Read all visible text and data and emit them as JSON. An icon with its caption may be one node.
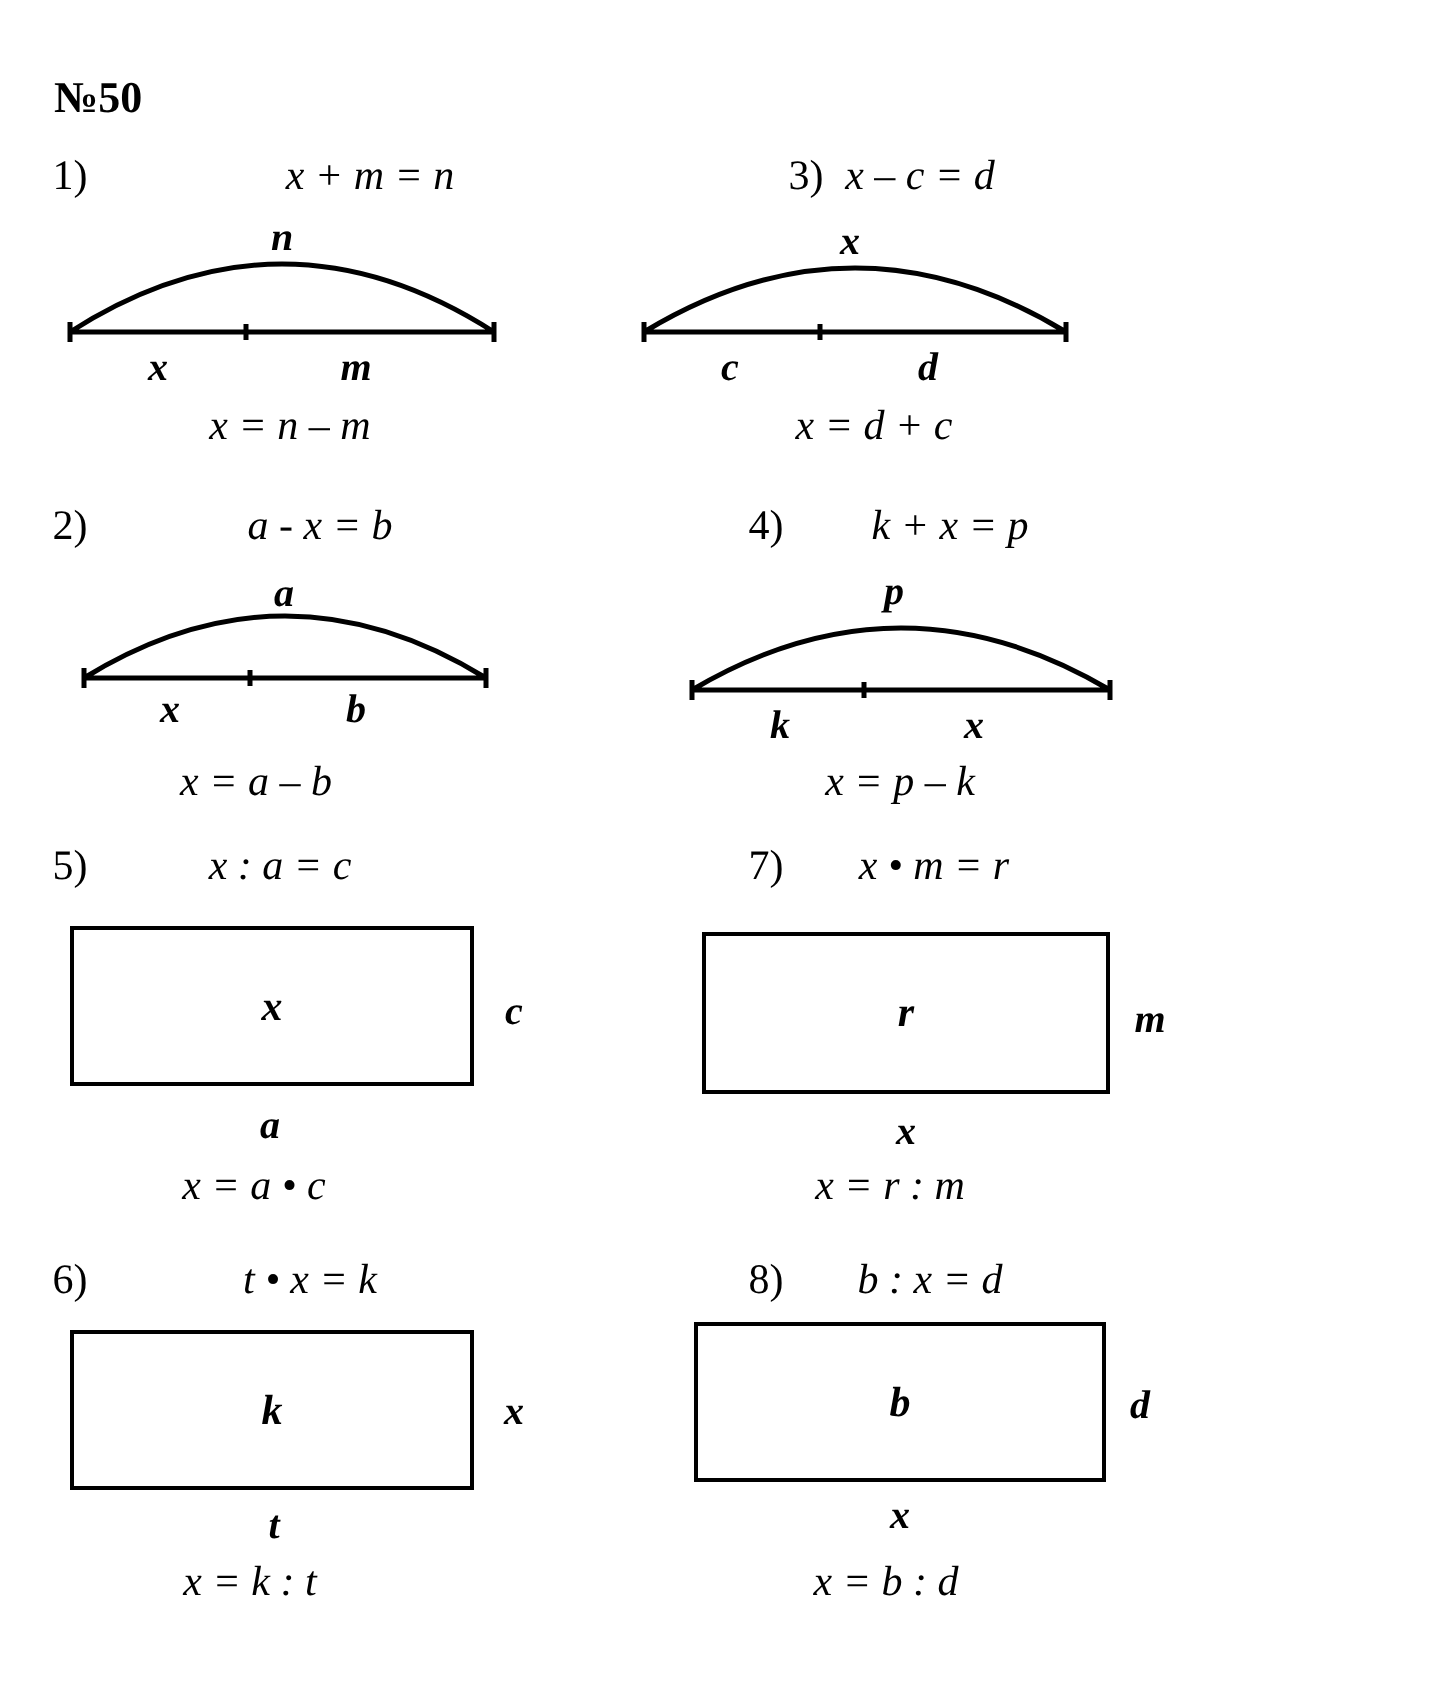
{
  "diagram": {
    "title": "№50",
    "nodes": [
      {
        "text": [
          "x"
        ],
        "beside": [
          "c",
          "a"
        ]
      },
      {
        "text": [
          "r"
        ],
        "beside": [
          "m",
          "x"
        ]
      },
      {
        "text": [
          "k"
        ],
        "beside": [
          "x",
          "t"
        ]
      },
      {
        "text": [
          "b"
        ],
        "beside": [
          "d",
          "x"
        ]
      }
    ],
    "labels": [
      "1)",
      "x + m = n",
      "3)",
      "x – c = d",
      "n",
      "x",
      "x",
      "m",
      "c",
      "d",
      "x = n – m",
      "x = d + c",
      "2)",
      "a - x = b",
      "4)",
      "k + x = p",
      "a",
      "p",
      "x",
      "b",
      "k",
      "x",
      "x = a – b",
      "x = p – k",
      "5)",
      "x : a = c",
      "7)",
      "x • m = r",
      "x = a • c",
      "x = r : m",
      "6)",
      "t • x = k",
      "8)",
      "b : x = d",
      "x = k : t",
      "x = b : d"
    ]
  }
}
